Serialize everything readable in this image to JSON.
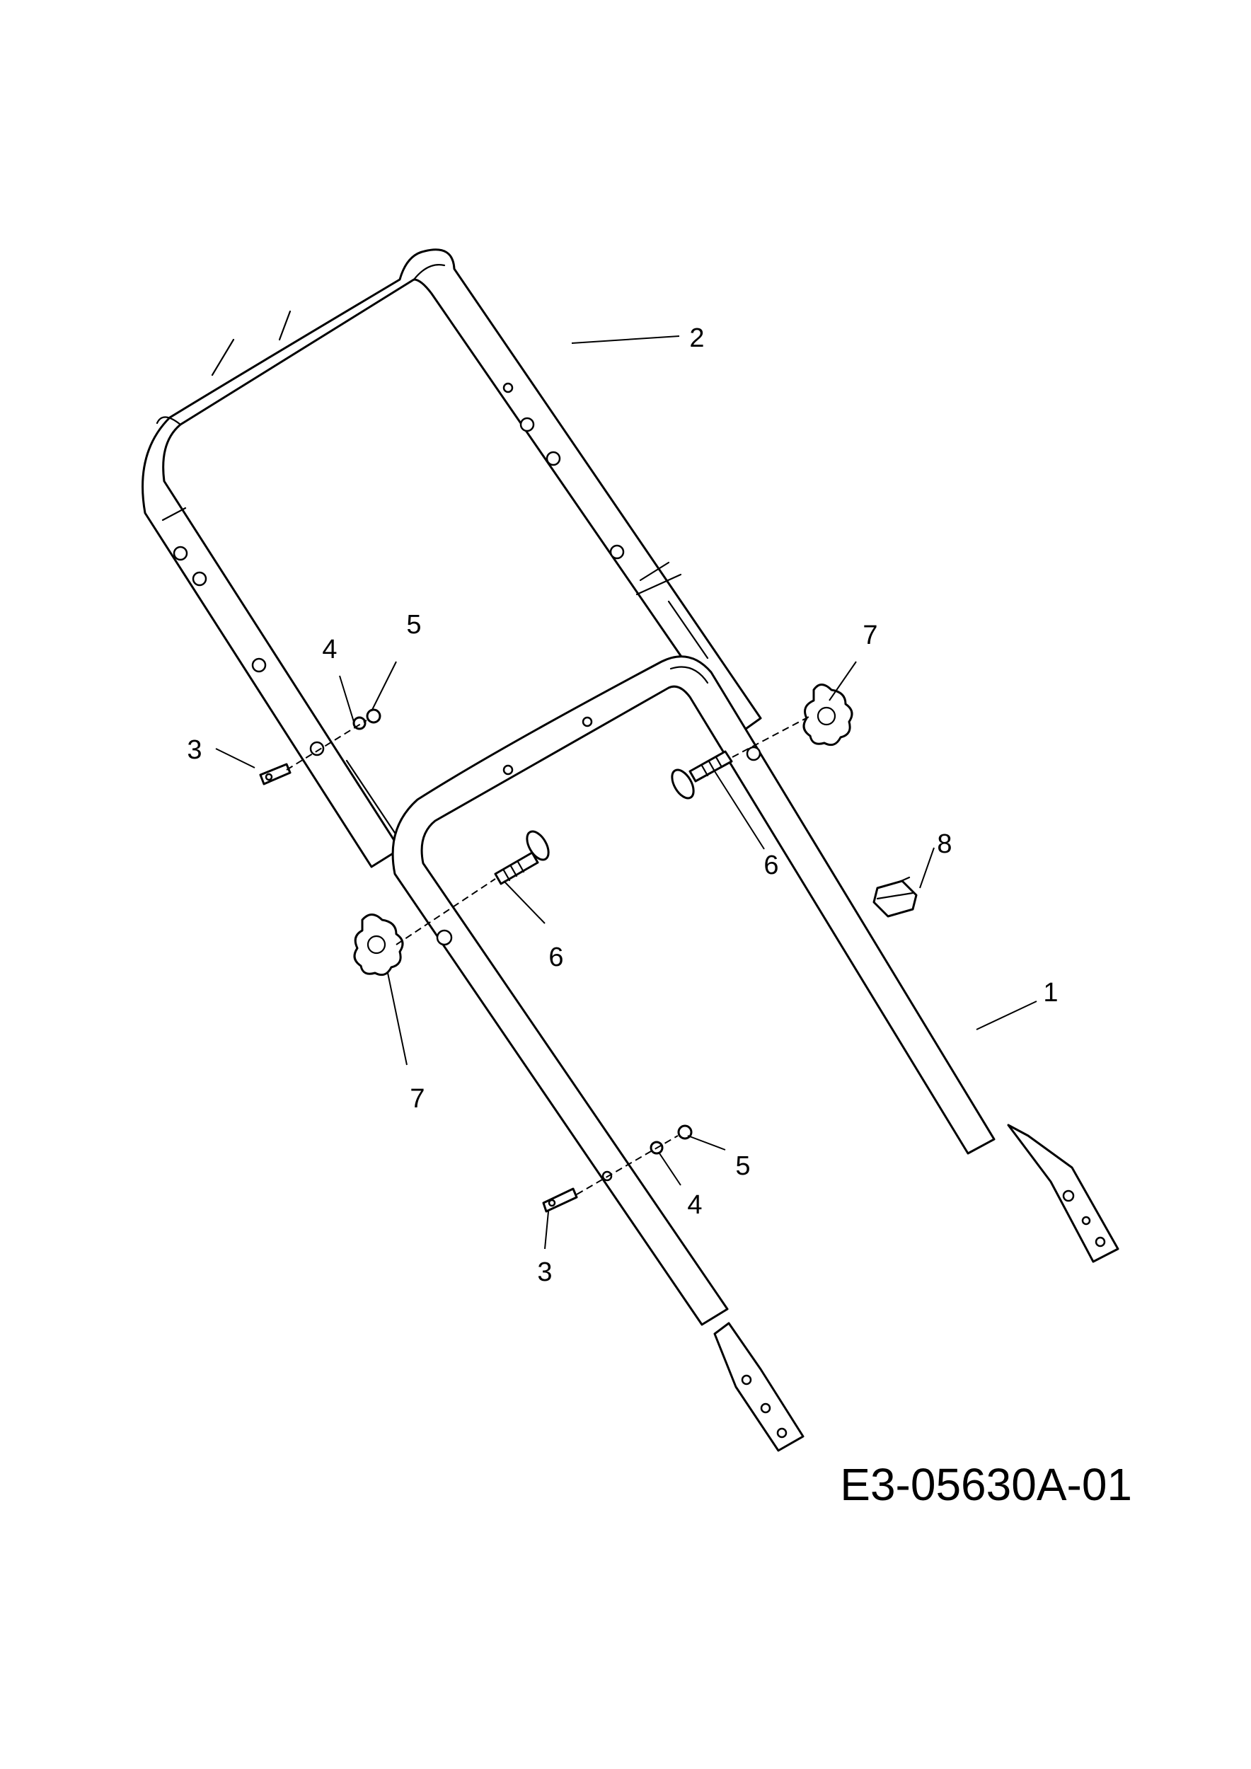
{
  "callouts": {
    "c1": "1",
    "c2": "2",
    "c3a": "3",
    "c3b": "3",
    "c4a": "4",
    "c4b": "4",
    "c5a": "5",
    "c5b": "5",
    "c6a": "6",
    "c6b": "6",
    "c7a": "7",
    "c7b": "7",
    "c8": "8"
  },
  "drawing_number": "E3-05630A-01"
}
